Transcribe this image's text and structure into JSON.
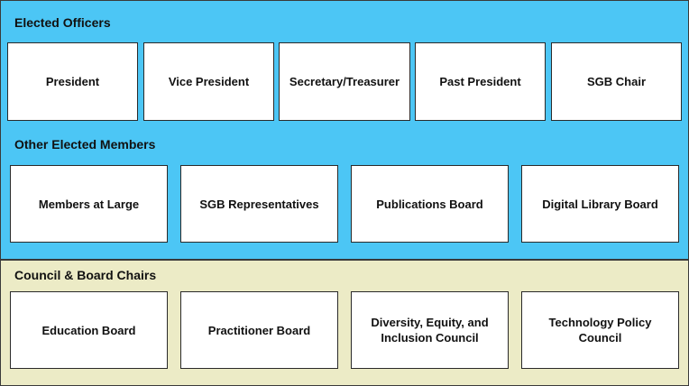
{
  "sections": {
    "elected_officers": {
      "title": "Elected Officers",
      "items": [
        "President",
        "Vice President",
        "Secretary/Treasurer",
        "Past President",
        "SGB Chair"
      ]
    },
    "other_elected_members": {
      "title": "Other Elected Members",
      "items": [
        "Members at Large",
        "SGB Representatives",
        "Publications Board",
        "Digital Library Board"
      ]
    },
    "council_board_chairs": {
      "title": "Council & Board Chairs",
      "items": [
        "Education Board",
        "Practitioner Board",
        "Diversity, Equity, and Inclusion Council",
        "Technology Policy Council"
      ]
    }
  },
  "colors": {
    "officers_background": "#4cc6f5",
    "chairs_background": "#ecebc6",
    "box_background": "#ffffff",
    "border": "#2a2a2a"
  }
}
